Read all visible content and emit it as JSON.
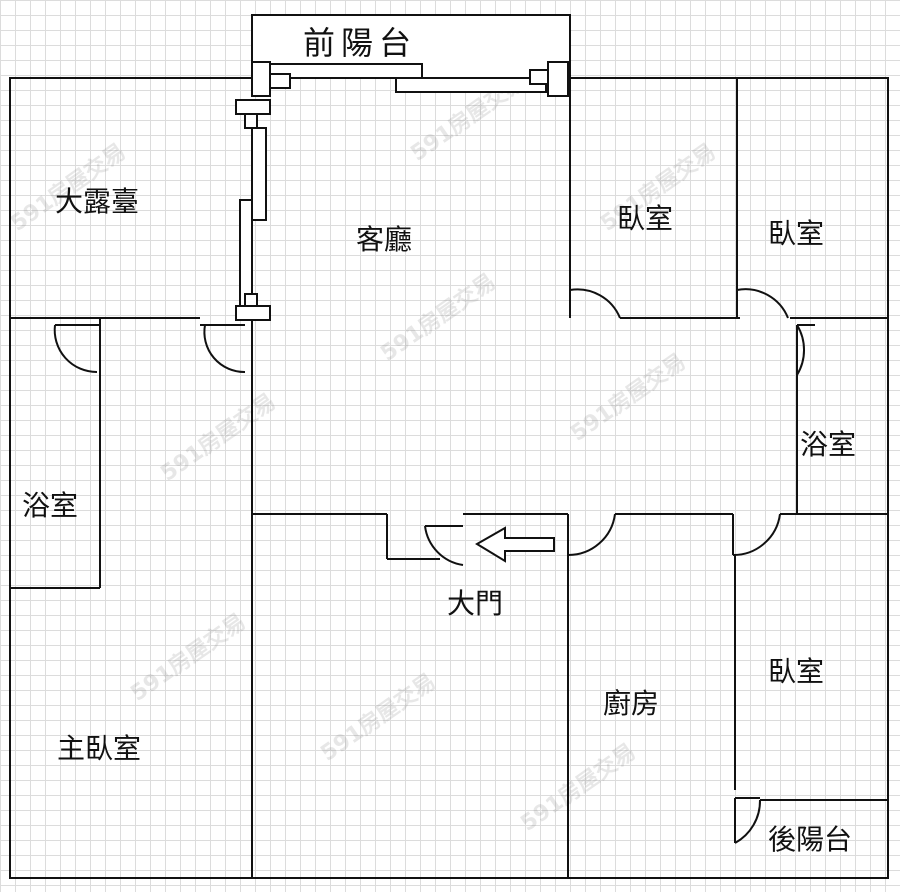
{
  "watermark": "591房屋交易",
  "rooms": {
    "front_balcony": "前陽台",
    "living_room": "客廳",
    "big_terrace": "大露臺",
    "bedroom_1": "臥室",
    "bedroom_2": "臥室",
    "bathroom_right": "浴室",
    "bathroom_left": "浴室",
    "main_door": "大門",
    "kitchen": "廚房",
    "bedroom_3": "臥室",
    "master_bedroom": "主臥室",
    "back_balcony": "後陽台"
  },
  "colors": {
    "wall": "#111111",
    "grid": "#dcdcdc"
  }
}
